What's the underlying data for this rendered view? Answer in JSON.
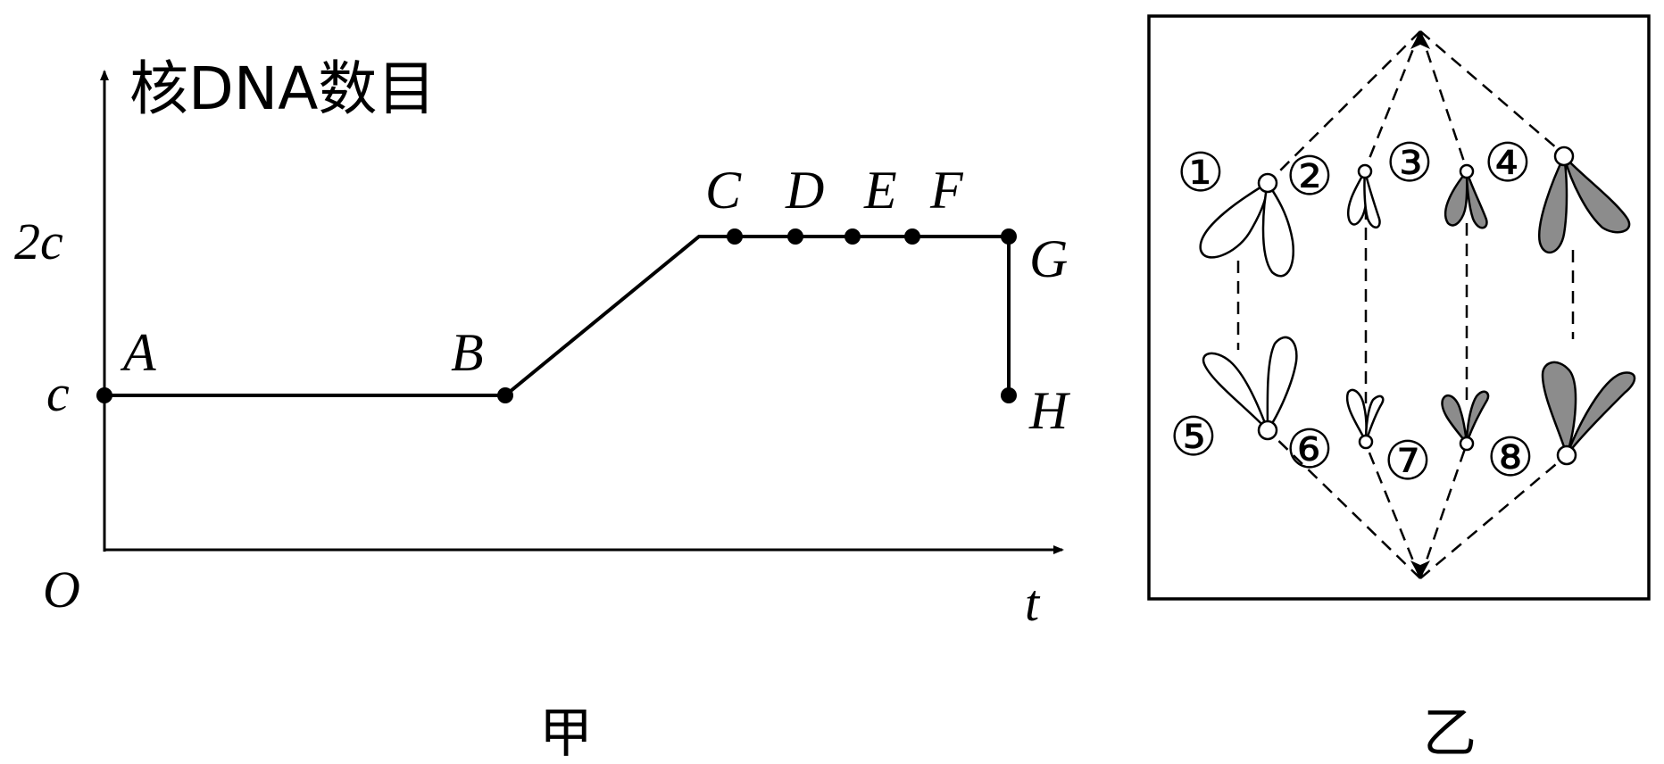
{
  "graph": {
    "y_axis_label": "核DNA数目",
    "x_axis_label": "t",
    "origin_label": "O",
    "y_ticks": [
      "c",
      "2c"
    ],
    "point_labels": [
      "A",
      "B",
      "C",
      "D",
      "E",
      "F",
      "G",
      "H"
    ],
    "caption": "甲"
  },
  "cell": {
    "chromosome_labels": [
      "①",
      "②",
      "③",
      "④",
      "⑤",
      "⑥",
      "⑦",
      "⑧"
    ],
    "caption": "乙",
    "shade_color": "#8c8c8c"
  }
}
